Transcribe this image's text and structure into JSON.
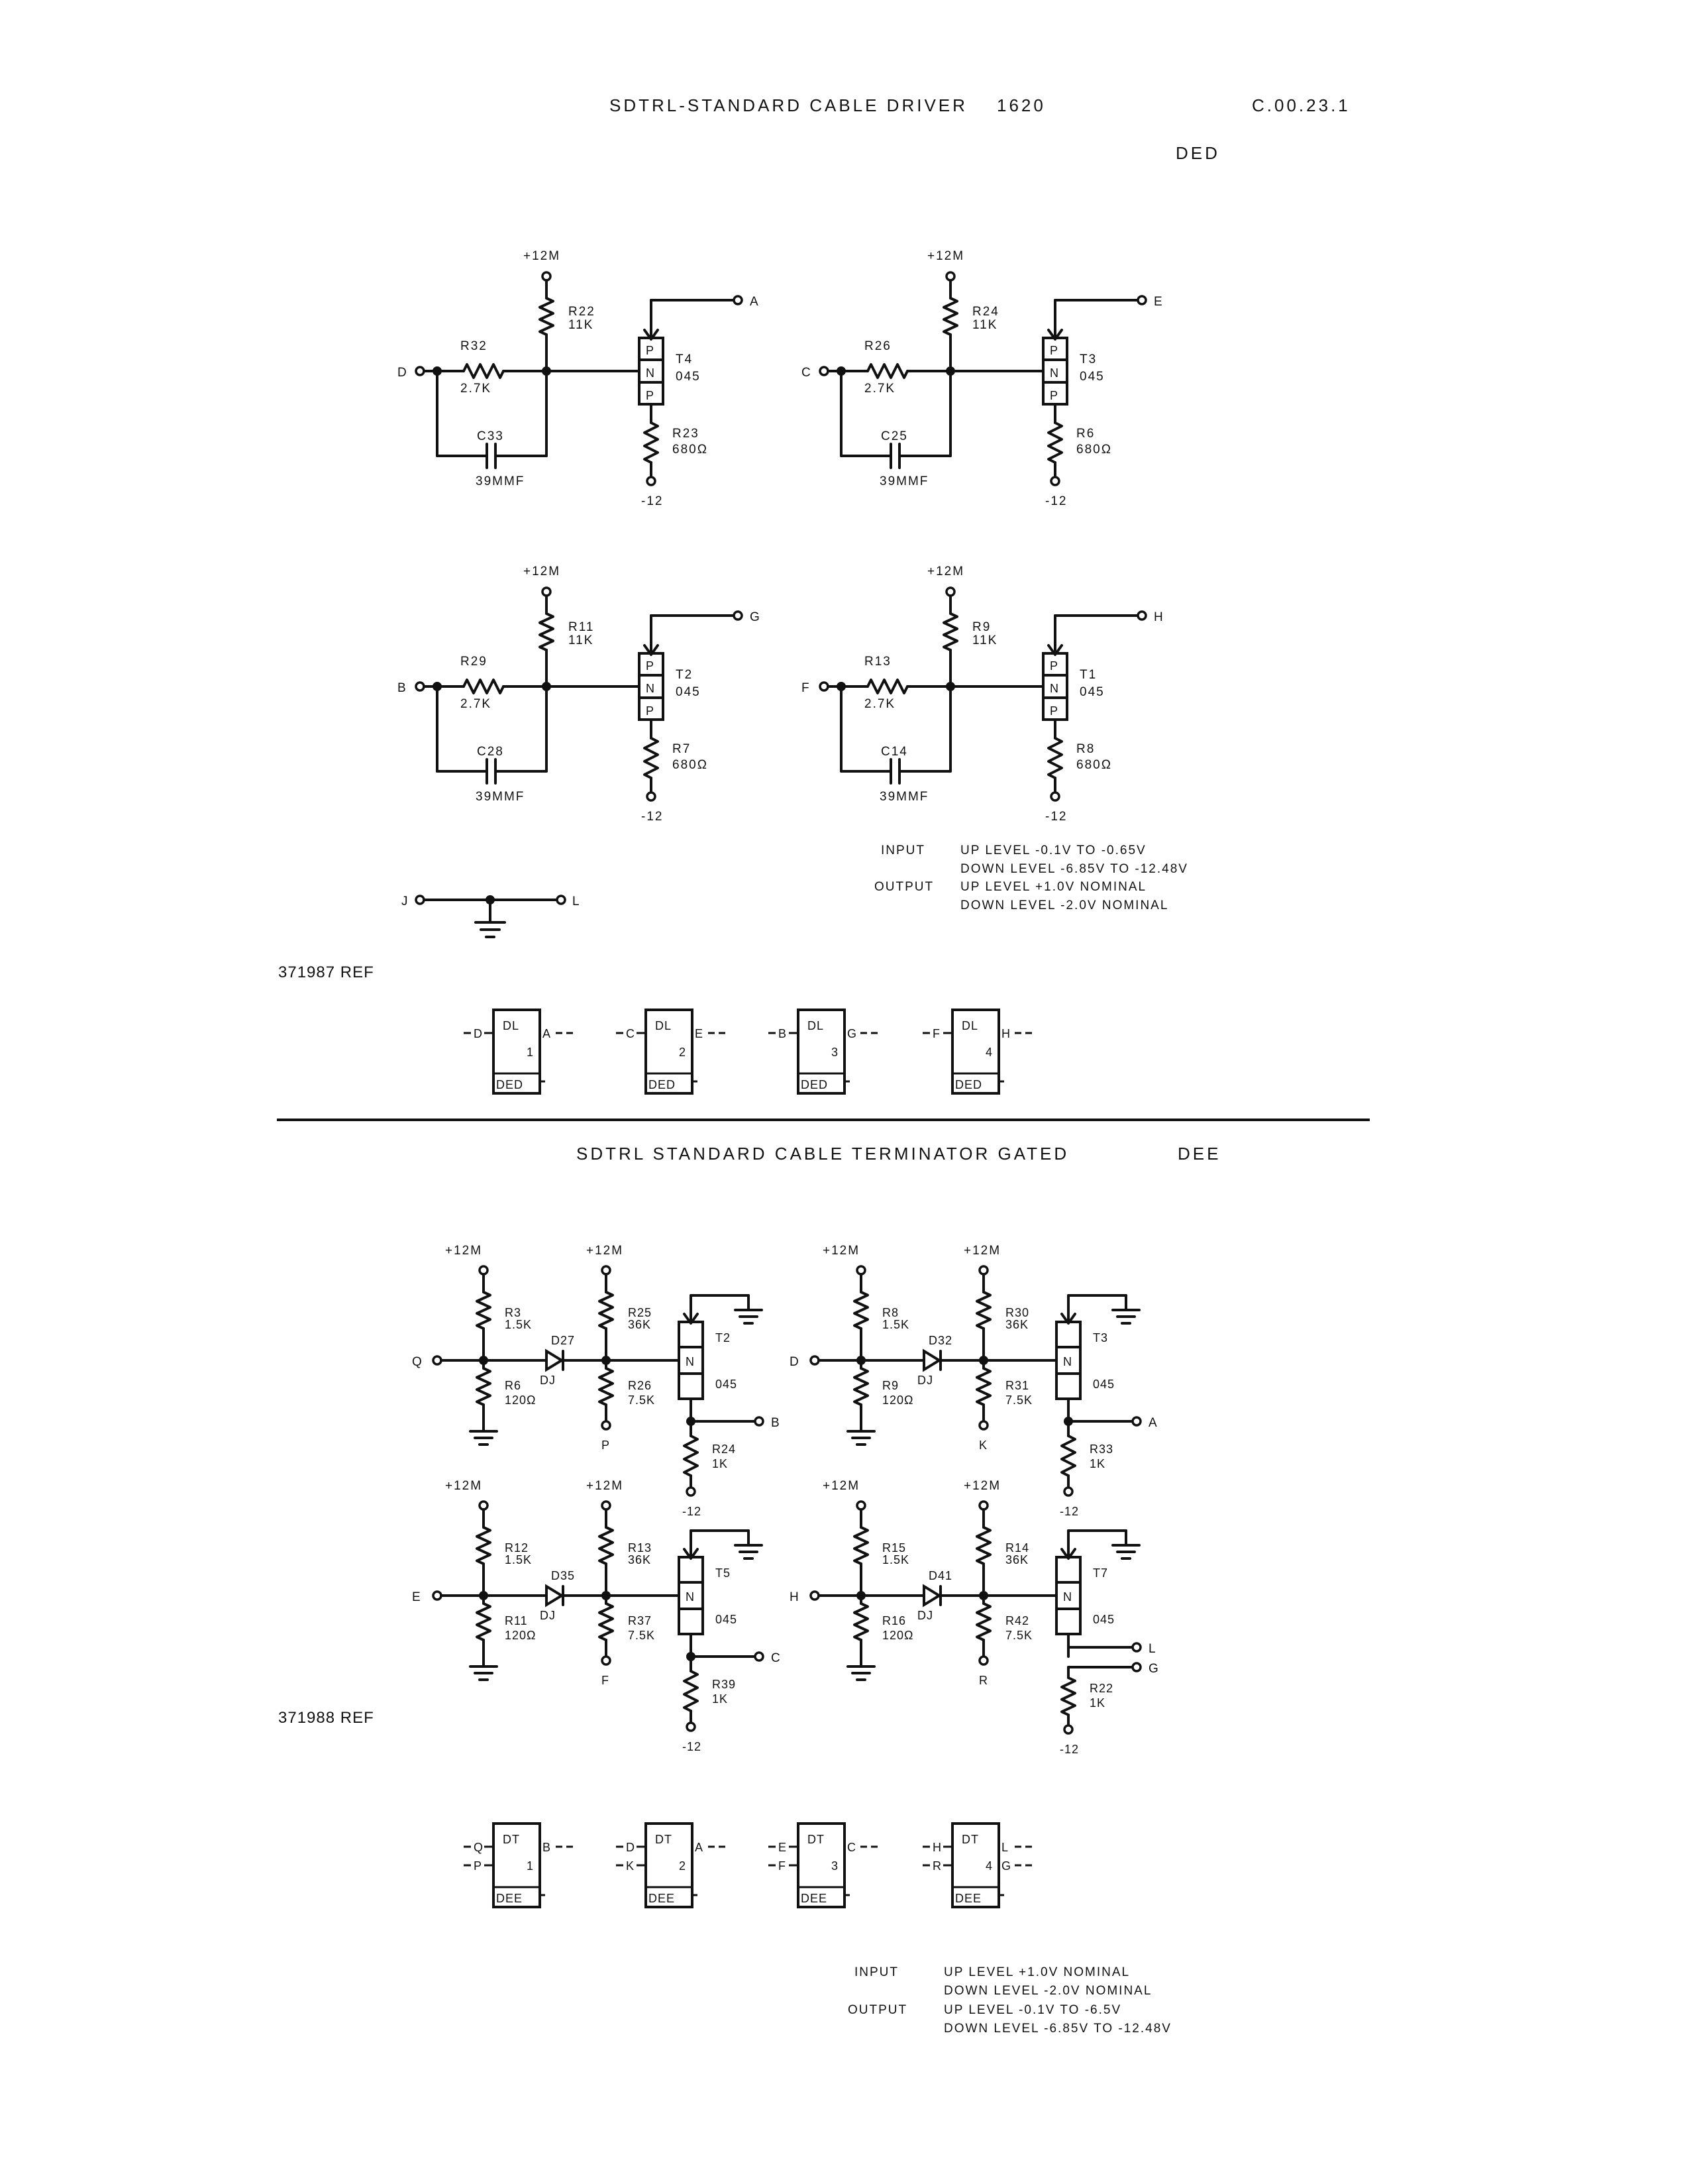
{
  "header": {
    "title": "SDTRL-STANDARD CABLE DRIVER",
    "code": "1620",
    "page_ref": "C.00.23.1",
    "card_type": "DED"
  },
  "driver": {
    "supply_plus": "+12M",
    "supply_minus": "-12",
    "ground_strap": {
      "left": "J",
      "right": "L"
    },
    "circuits": [
      {
        "input": "D",
        "output": "A",
        "r_in": "R32",
        "r_in_value": "2.7K",
        "r_pull": "R22",
        "r_pull_value": "11K",
        "cap": "C33",
        "cap_value": "39MMF",
        "transistor": "T4",
        "t_type": "045",
        "r_em": "R23",
        "r_em_value": "680Ω",
        "pnp": [
          "P",
          "N",
          "P"
        ]
      },
      {
        "input": "C",
        "output": "E",
        "r_in": "R26",
        "r_in_value": "2.7K",
        "r_pull": "R24",
        "r_pull_value": "11K",
        "cap": "C25",
        "cap_value": "39MMF",
        "transistor": "T3",
        "t_type": "045",
        "r_em": "R6",
        "r_em_value": "680Ω",
        "pnp": [
          "P",
          "N",
          "P"
        ]
      },
      {
        "input": "B",
        "output": "G",
        "r_in": "R29",
        "r_in_value": "2.7K",
        "r_pull": "R11",
        "r_pull_value": "11K",
        "cap": "C28",
        "cap_value": "39MMF",
        "transistor": "T2",
        "t_type": "045",
        "r_em": "R7",
        "r_em_value": "680Ω",
        "pnp": [
          "P",
          "N",
          "P"
        ]
      },
      {
        "input": "F",
        "output": "H",
        "r_in": "R13",
        "r_in_value": "2.7K",
        "r_pull": "R9",
        "r_pull_value": "11K",
        "cap": "C14",
        "cap_value": "39MMF",
        "transistor": "T1",
        "t_type": "045",
        "r_em": "R8",
        "r_em_value": "680Ω",
        "pnp": [
          "P",
          "N",
          "P"
        ]
      }
    ],
    "specs": [
      {
        "label": "INPUT",
        "up": "UP LEVEL -0.1V TO -0.65V",
        "down": "DOWN LEVEL -6.85V TO -12.48V"
      },
      {
        "label": "OUTPUT",
        "up": "UP LEVEL +1.0V NOMINAL",
        "down": "DOWN LEVEL -2.0V NOMINAL"
      }
    ],
    "ref": "371987 REF",
    "logic_blocks": [
      {
        "name": "DL",
        "num": "1",
        "tag": "DED",
        "inputs": [
          "D"
        ],
        "outputs": [
          "A"
        ]
      },
      {
        "name": "DL",
        "num": "2",
        "tag": "DED",
        "inputs": [
          "C"
        ],
        "outputs": [
          "E"
        ]
      },
      {
        "name": "DL",
        "num": "3",
        "tag": "DED",
        "inputs": [
          "B"
        ],
        "outputs": [
          "G"
        ]
      },
      {
        "name": "DL",
        "num": "4",
        "tag": "DED",
        "inputs": [
          "F"
        ],
        "outputs": [
          "H"
        ]
      }
    ]
  },
  "terminator": {
    "title": "SDTRL STANDARD CABLE TERMINATOR GATED",
    "card_type": "DEE",
    "supply_plus": "+12M",
    "supply_minus": "-12",
    "circuits": [
      {
        "input": "Q",
        "gate": "P",
        "outputs": [
          "B"
        ],
        "r_top": "R3",
        "r_top_value": "1.5K",
        "r_bot": "R6",
        "r_bot_value": "120Ω",
        "diode": "D27",
        "diode_type": "DJ",
        "r_pu": "R25",
        "r_pu_value": "36K",
        "r_gate": "R26",
        "r_gate_value": "7.5K",
        "transistor": "T2",
        "t_type": "045",
        "r_load": "R24",
        "r_load_value": "1K",
        "npn": "N"
      },
      {
        "input": "D",
        "gate": "K",
        "outputs": [
          "A"
        ],
        "r_top": "R8",
        "r_top_value": "1.5K",
        "r_bot": "R9",
        "r_bot_value": "120Ω",
        "diode": "D32",
        "diode_type": "DJ",
        "r_pu": "R30",
        "r_pu_value": "36K",
        "r_gate": "R31",
        "r_gate_value": "7.5K",
        "transistor": "T3",
        "t_type": "045",
        "r_load": "R33",
        "r_load_value": "1K",
        "npn": "N"
      },
      {
        "input": "E",
        "gate": "F",
        "outputs": [
          "C"
        ],
        "r_top": "R12",
        "r_top_value": "1.5K",
        "r_bot": "R11",
        "r_bot_value": "120Ω",
        "diode": "D35",
        "diode_type": "DJ",
        "r_pu": "R13",
        "r_pu_value": "36K",
        "r_gate": "R37",
        "r_gate_value": "7.5K",
        "transistor": "T5",
        "t_type": "045",
        "r_load": "R39",
        "r_load_value": "1K",
        "npn": "N"
      },
      {
        "input": "H",
        "gate": "R",
        "outputs": [
          "L",
          "G"
        ],
        "r_top": "R15",
        "r_top_value": "1.5K",
        "r_bot": "R16",
        "r_bot_value": "120Ω",
        "diode": "D41",
        "diode_type": "DJ",
        "r_pu": "R14",
        "r_pu_value": "36K",
        "r_gate": "R42",
        "r_gate_value": "7.5K",
        "transistor": "T7",
        "t_type": "045",
        "r_load": "R22",
        "r_load_value": "1K",
        "npn": "N"
      }
    ],
    "ref": "371988 REF",
    "logic_blocks": [
      {
        "name": "DT",
        "num": "1",
        "tag": "DEE",
        "inputs": [
          "Q",
          "P"
        ],
        "outputs": [
          "B"
        ]
      },
      {
        "name": "DT",
        "num": "2",
        "tag": "DEE",
        "inputs": [
          "D",
          "K"
        ],
        "outputs": [
          "A"
        ]
      },
      {
        "name": "DT",
        "num": "3",
        "tag": "DEE",
        "inputs": [
          "E",
          "F"
        ],
        "outputs": [
          "C"
        ]
      },
      {
        "name": "DT",
        "num": "4",
        "tag": "DEE",
        "inputs": [
          "H",
          "R"
        ],
        "outputs": [
          "L",
          "G"
        ]
      }
    ],
    "specs": [
      {
        "label": "INPUT",
        "up": "UP LEVEL +1.0V NOMINAL",
        "down": "DOWN LEVEL -2.0V NOMINAL"
      },
      {
        "label": "OUTPUT",
        "up": "UP LEVEL -0.1V TO -6.5V",
        "down": "DOWN LEVEL -6.85V TO -12.48V"
      }
    ]
  }
}
